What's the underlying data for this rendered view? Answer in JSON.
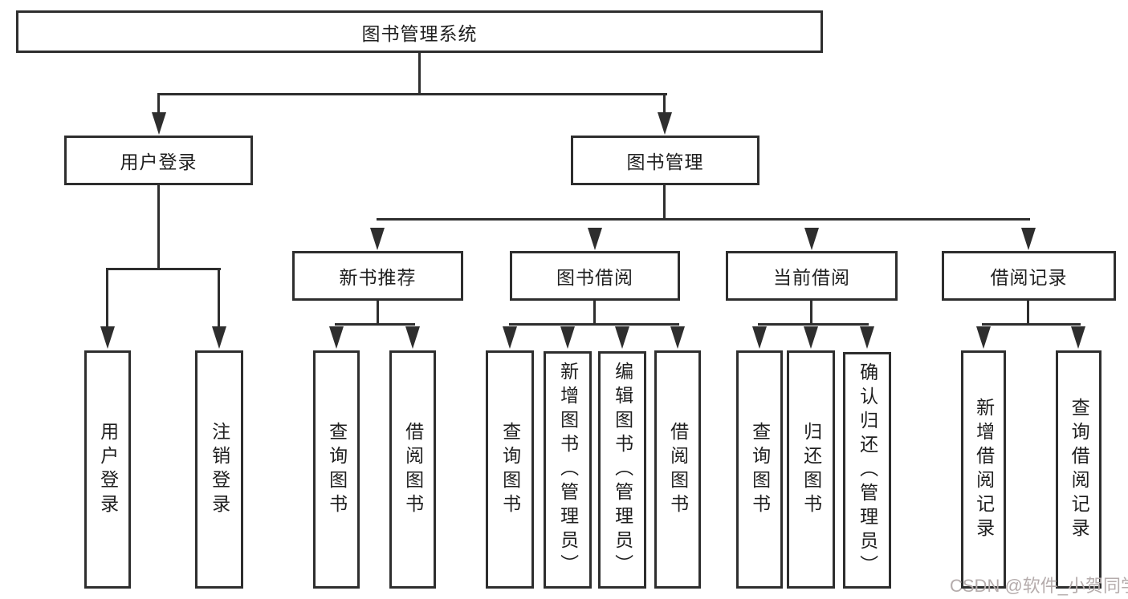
{
  "diagram_type": "hierarchy-tree",
  "nodes": {
    "root": "图书管理系统",
    "user_login": "用户登录",
    "book_mgmt": "图书管理",
    "recommend": "新书推荐",
    "borrow": "图书借阅",
    "current": "当前借阅",
    "records": "借阅记录"
  },
  "leaves": {
    "user_login": [
      "用户登录",
      "注销登录"
    ],
    "recommend": [
      "查询图书",
      "借阅图书"
    ],
    "borrow": [
      "查询图书",
      "新增图书（管理员）",
      "编辑图书（管理员）",
      "借阅图书"
    ],
    "current": [
      "查询图书",
      "归还图书",
      "确认归还（管理员）"
    ],
    "records": [
      "新增借阅记录",
      "查询借阅记录"
    ]
  },
  "watermark": "CSDN @软件_小贺同学",
  "colors": {
    "line": "#2e2e2e",
    "box_border": "#2e2e2e",
    "text": "#1f1f1f",
    "watermark": "#b5acac",
    "background": "#ffffff"
  }
}
